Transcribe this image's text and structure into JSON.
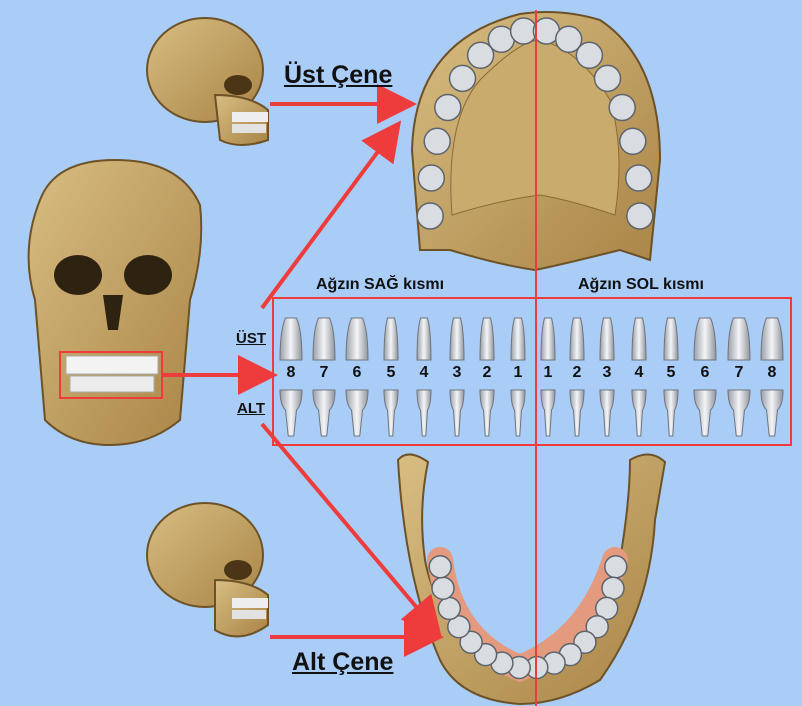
{
  "labels": {
    "upper_jaw": "Üst Çene",
    "lower_jaw": "Alt Çene",
    "right_side": "Ağzın SAĞ kısmı",
    "left_side": "Ağzın SOL kısmı",
    "upper_row": "ÜST",
    "lower_row": "ALT"
  },
  "tooth_numbers_right": [
    "8",
    "7",
    "6",
    "5",
    "4",
    "3",
    "2",
    "1"
  ],
  "tooth_numbers_left": [
    "1",
    "2",
    "3",
    "4",
    "5",
    "6",
    "7",
    "8"
  ],
  "colors": {
    "background": "#a9cdf7",
    "arrow": "#ee3b3b",
    "bone": "#c9a86a",
    "tooth": "#e6e8ec"
  }
}
